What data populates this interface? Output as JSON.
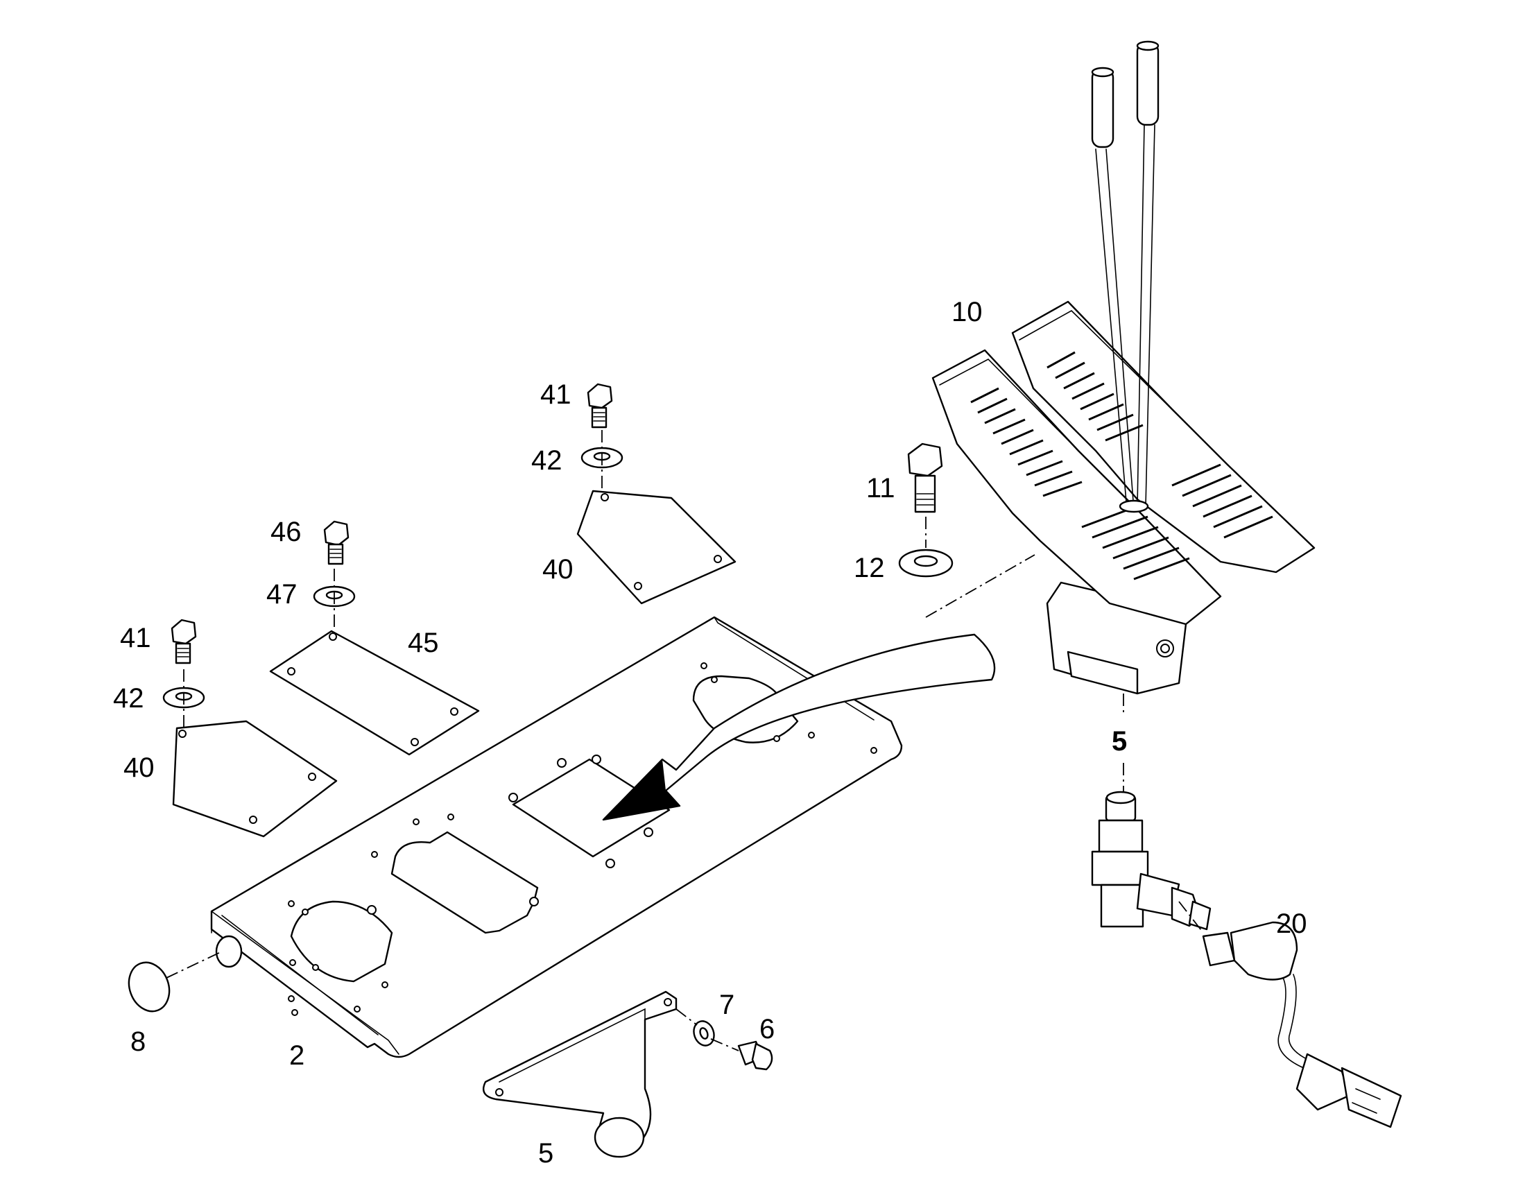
{
  "figure": {
    "callouts": [
      {
        "id": "c10",
        "text": "10"
      },
      {
        "id": "c41a",
        "text": "41"
      },
      {
        "id": "c42a",
        "text": "42"
      },
      {
        "id": "c40a",
        "text": "40"
      },
      {
        "id": "c11",
        "text": "11"
      },
      {
        "id": "c12",
        "text": "12"
      },
      {
        "id": "c46",
        "text": "46"
      },
      {
        "id": "c47",
        "text": "47"
      },
      {
        "id": "c45",
        "text": "45"
      },
      {
        "id": "c41b",
        "text": "41"
      },
      {
        "id": "c42b",
        "text": "42"
      },
      {
        "id": "c40b",
        "text": "40"
      },
      {
        "id": "c5ref",
        "text": "5"
      },
      {
        "id": "c20",
        "text": "20"
      },
      {
        "id": "c7",
        "text": "7"
      },
      {
        "id": "c6",
        "text": "6"
      },
      {
        "id": "c8",
        "text": "8"
      },
      {
        "id": "c2",
        "text": "2"
      },
      {
        "id": "c5",
        "text": "5"
      }
    ]
  }
}
